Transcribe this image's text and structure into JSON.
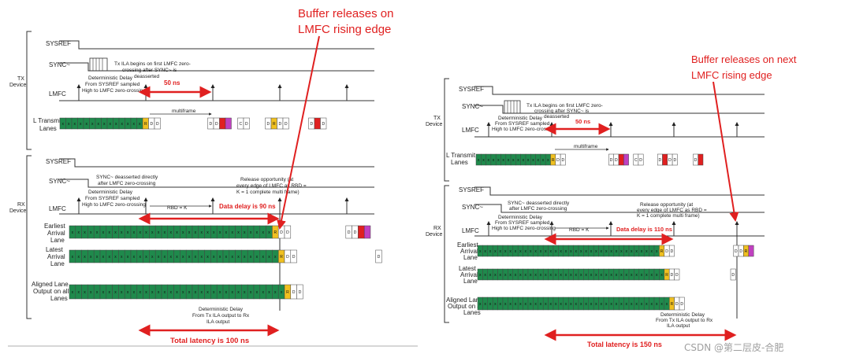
{
  "left": {
    "callout": [
      "Buffer releases on",
      "LMFC rising edge"
    ],
    "tx_group": [
      "TX",
      "Device"
    ],
    "rx_group": [
      "RX",
      "Device"
    ],
    "tx_signals": {
      "sysref": "SYSREF",
      "sync": "SYNC~",
      "lmfc": "LMFC",
      "lanes": [
        "L Transmit",
        "Lanes"
      ]
    },
    "rx_signals": {
      "sysref": "SYSREF",
      "sync": "SYNC~",
      "lmfc": "LMFC",
      "earliest": [
        "Earliest",
        "Arrival",
        "Lane"
      ],
      "latest": [
        "Latest",
        "Arrival",
        "Lane"
      ],
      "aligned": [
        "Aligned Lane",
        "Output on all",
        "Lanes"
      ]
    },
    "tx_ila_note": [
      "Tx ILA begins on first LMFC zero-",
      "crossing after SYNC~ is",
      "deasserted"
    ],
    "tx_det_delay": [
      "Deterministic Delay",
      "From SYSREF sampled",
      "High to LMFC zero-crossing"
    ],
    "tx_delay_value": "50 ns",
    "multiframe": "multiframe",
    "rx_sync_note": [
      "SYNC~ deasserted directly",
      "after LMFC zero-crossing"
    ],
    "rx_det_delay": [
      "Deterministic Delay",
      "From SYSREF sampled",
      "High to LMFC zero-crossing"
    ],
    "release_note": [
      "Release opportunity (at",
      "every edge of LMFC as RBD =",
      "K = 1 complete multi frame)"
    ],
    "rbd": "RBD = K",
    "data_delay": "Data delay is 90 ns",
    "det_delay_out": [
      "Deterministic Delay",
      "From Tx ILA output to Rx",
      "ILA output"
    ],
    "total_latency": "Total latency is 100 ns"
  },
  "right": {
    "callout": [
      "Buffer releases on next",
      "LMFC rising edge"
    ],
    "tx_group": [
      "TX",
      "Device"
    ],
    "rx_group": [
      "RX",
      "Device"
    ],
    "tx_signals": {
      "sysref": "SYSREF",
      "sync": "SYNC~",
      "lmfc": "LMFC",
      "lanes": [
        "L Transmit",
        "Lanes"
      ]
    },
    "rx_signals": {
      "sysref": "SYSREF",
      "sync": "SYNC~",
      "lmfc": "LMFC",
      "earliest": [
        "Earliest",
        "Arrival",
        "Lane"
      ],
      "latest": [
        "Latest",
        "Arrival",
        "Lane"
      ],
      "aligned": [
        "Aligned Lane",
        "Output on all",
        "Lanes"
      ]
    },
    "tx_ila_note": [
      "Tx ILA begins on first LMFC zero-",
      "crossing after SYNC~ is",
      "deasserted"
    ],
    "tx_det_delay": [
      "Deterministic Delay",
      "From SYSREF sampled",
      "High to LMFC zero-crossing"
    ],
    "tx_delay_value": "50 ns",
    "multiframe": "multiframe",
    "rx_sync_note": [
      "SYNC~ deasserted directly",
      "after LMFC zero-crossing"
    ],
    "rx_det_delay": [
      "Deterministic Delay",
      "From SYSREF sampled",
      "High to LMFC zero-crossing"
    ],
    "release_note": [
      "Release opportunity (at",
      "every edge of LMFC as RBD =",
      "K = 1 complete multi frame)"
    ],
    "rbd": "RBD = K",
    "data_delay": "Data delay is 110 ns",
    "det_delay_out": [
      "Deterministic Delay",
      "From Tx ILA output to Rx",
      "ILA output"
    ],
    "total_latency": "Total latency is 150 ns"
  },
  "cell_labels": {
    "data": "x",
    "r": "R",
    "d": "D",
    "c": "C"
  },
  "colors": {
    "data": "#1f8a4c",
    "r": "#f0c020",
    "d": "#ffffff",
    "red": "#e02020",
    "magenta": "#c040c0",
    "annotation": "#e02020"
  },
  "watermark": "CSDN @第二层皮-合肥"
}
